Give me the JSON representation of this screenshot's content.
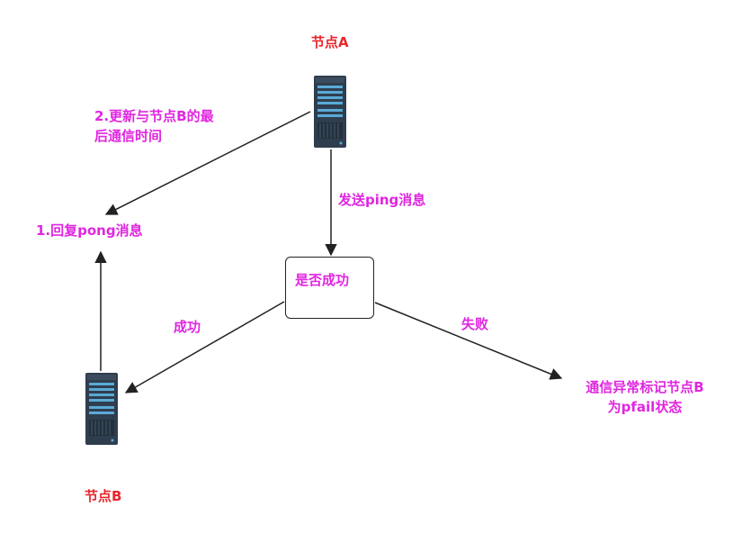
{
  "nodes": {
    "a_label": "节点A",
    "b_label": "节点B"
  },
  "decision": {
    "label": "是否成功"
  },
  "edges": {
    "send_ping": "发送ping消息",
    "update_time_line1": "2.更新与节点B的最",
    "update_time_line2": "后通信时间",
    "reply_pong": "1.回复pong消息",
    "success": "成功",
    "failure": "失败"
  },
  "outcome": {
    "line1": "通信异常标记节点B",
    "line2": "为pfail状态"
  },
  "colors": {
    "node_label": "#e8262c",
    "annotation": "#e026e0",
    "arrow": "#222222",
    "server_body": "#2f3e4e",
    "server_panel": "#5aa9d6"
  },
  "icons": [
    "server-icon"
  ]
}
